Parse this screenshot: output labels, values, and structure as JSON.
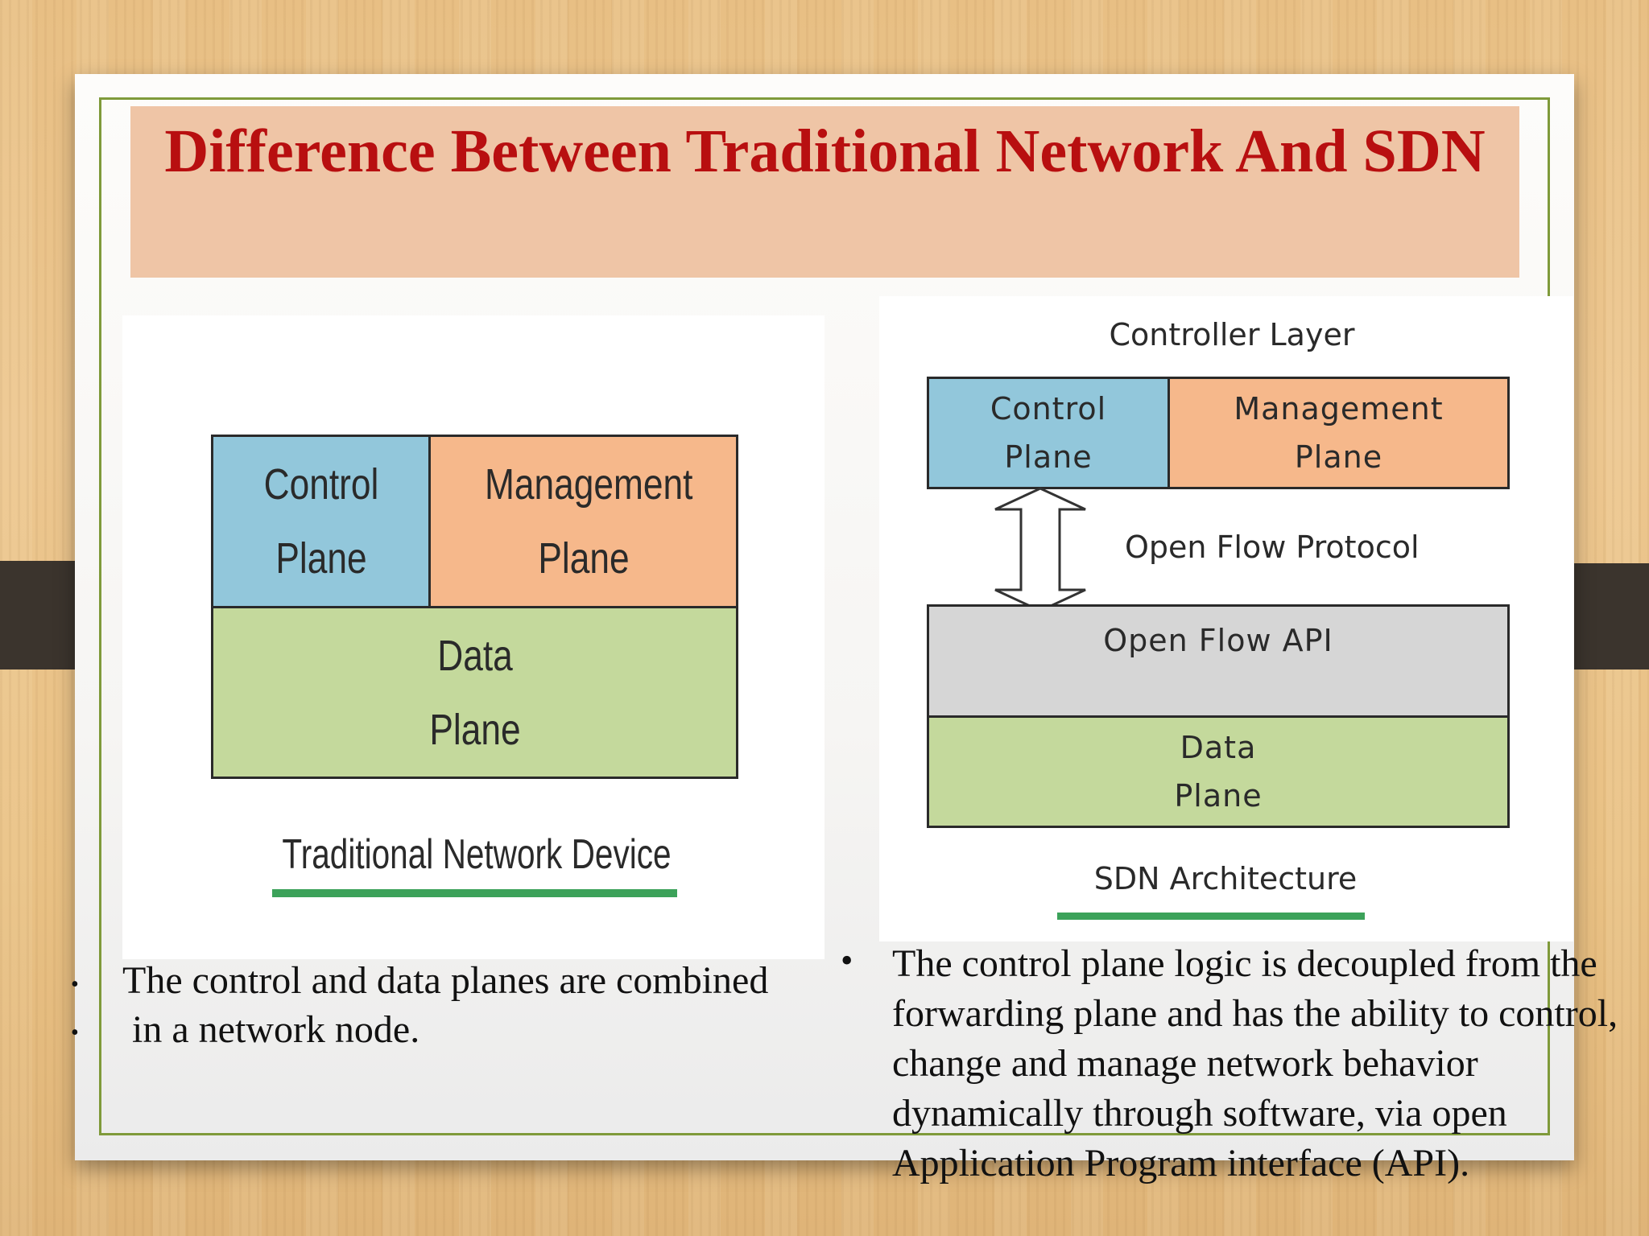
{
  "slide": {
    "title": "Difference Between Traditional Network And SDN"
  },
  "traditional_diagram": {
    "control_plane": "Control Plane",
    "management_plane": "Management Plane",
    "data_plane": "Data Plane",
    "caption": "Traditional Network Device"
  },
  "sdn_diagram": {
    "controller_layer": "Controller Layer",
    "control_plane": "Control Plane",
    "management_plane": "Management Plane",
    "protocol": "Open Flow Protocol",
    "api": "Open Flow API",
    "data_plane": "Data Plane",
    "caption": "SDN Architecture"
  },
  "bullets_left": [
    "The control and data planes are combined",
    " in a network node."
  ],
  "bullets_right": [
    "The control plane logic is decoupled from the forwarding plane and has the ability to control, change and manage network behavior dynamically through software, via open Application Program interface (API)."
  ],
  "colors": {
    "title": "#b80f10",
    "title_band": "#efc5a6",
    "frame": "#7f9a3a",
    "control_plane": "#92c7db",
    "management_plane": "#f6b88b",
    "data_plane": "#c4d99c",
    "api": "#d6d6d6",
    "underline": "#3ca25a"
  }
}
